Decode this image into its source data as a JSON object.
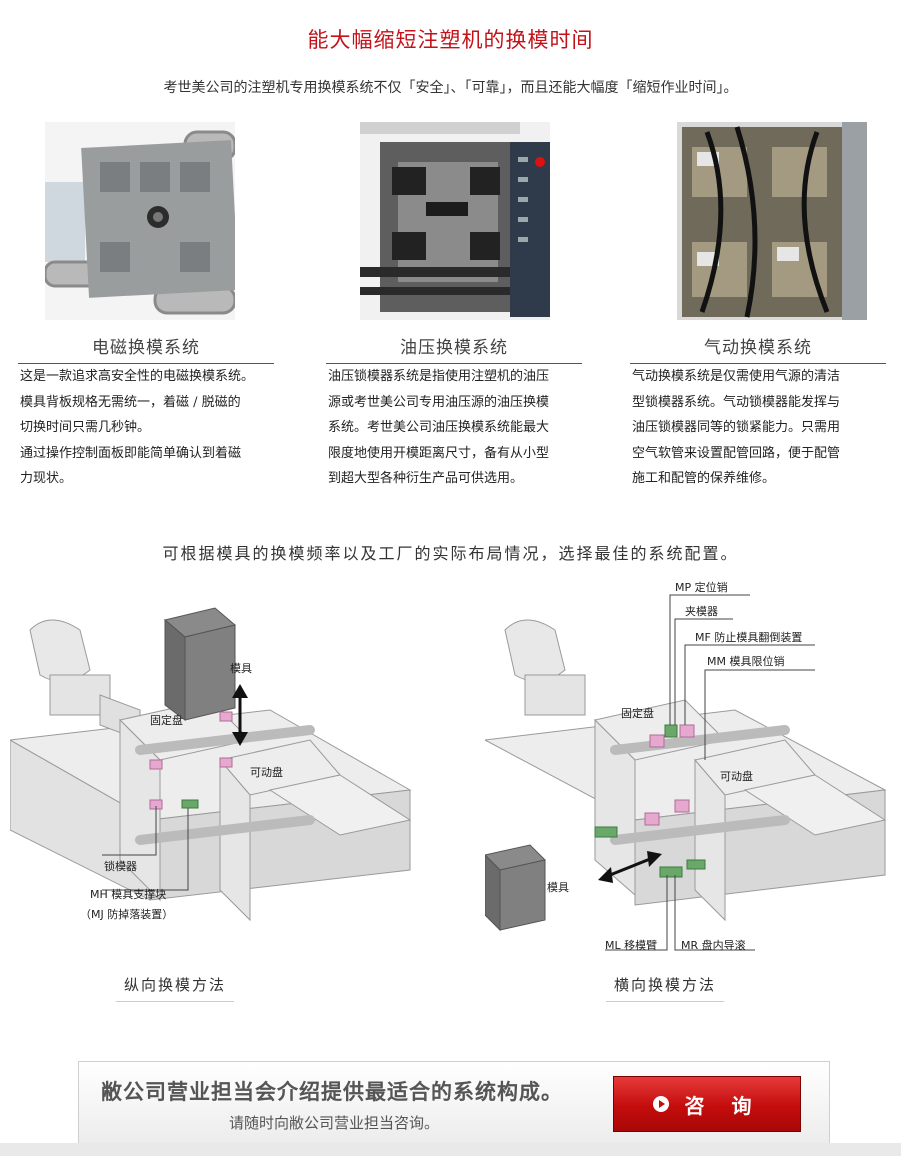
{
  "header": {
    "title": "能大幅缩短注塑机的换模时间",
    "intro": "考世美公司的注塑机专用换模系统不仅「安全」、「可靠」，而且还能大幅度「缩短作业时间」。"
  },
  "systems": [
    {
      "title": "电磁换模系统",
      "desc": [
        "这是一款追求高安全性的电磁换模系统。",
        "模具背板规格无需统一，着磁 / 脱磁的",
        "切换时间只需几秒钟。",
        "通过操作控制面板即能简单确认到着磁",
        "力现状。"
      ]
    },
    {
      "title": "油压换模系统",
      "desc": [
        "油压锁模器系统是指使用注塑机的油压",
        "源或考世美公司专用油压源的油压换模",
        "系统。考世美公司油压换模系统能最大",
        "限度地使用开模距离尺寸，备有从小型",
        "到超大型各种衍生产品可供选用。"
      ]
    },
    {
      "title": "气动换模系统",
      "desc": [
        "气动换模系统是仅需使用气源的清洁",
        "型锁模器系统。气动锁模器能发挥与",
        "油压锁模器同等的锁紧能力。只需用",
        "空气软管来设置配管回路，便于配管",
        "施工和配管的保养维修。"
      ]
    }
  ],
  "subtitle": "可根据模具的换模频率以及工厂的实际布局情况，选择最佳的系统配置。",
  "diagram_left": {
    "label_mold": "模具",
    "label_fixed_plate": "固定盘",
    "label_moving_plate": "可动盘",
    "label_clamp": "锁模器",
    "label_mh": "MH 模具支撑块",
    "label_mj": "（MJ 防掉落装置）",
    "method": "纵向换模方法"
  },
  "diagram_right": {
    "label_mp": "MP 定位销",
    "label_clamp": "夹模器",
    "label_mf": "MF 防止模具翻倒装置",
    "label_mm": "MM 模具限位销",
    "label_fixed_plate": "固定盘",
    "label_moving_plate": "可动盘",
    "label_mold": "模具",
    "label_ml": "ML 移模臂",
    "label_mr": "MR 盘内导滚",
    "method": "横向换模方法"
  },
  "contact": {
    "main": "敝公司营业担当会介绍提供最适合的系统构成。",
    "sub": "请随时向敝公司营业担当咨询。",
    "button": "咨 询"
  },
  "colors": {
    "title_red": "#c4121a",
    "button_red": "#c40c0c",
    "pink_part": "#e6a8cf",
    "green_part": "#6aa86a"
  }
}
